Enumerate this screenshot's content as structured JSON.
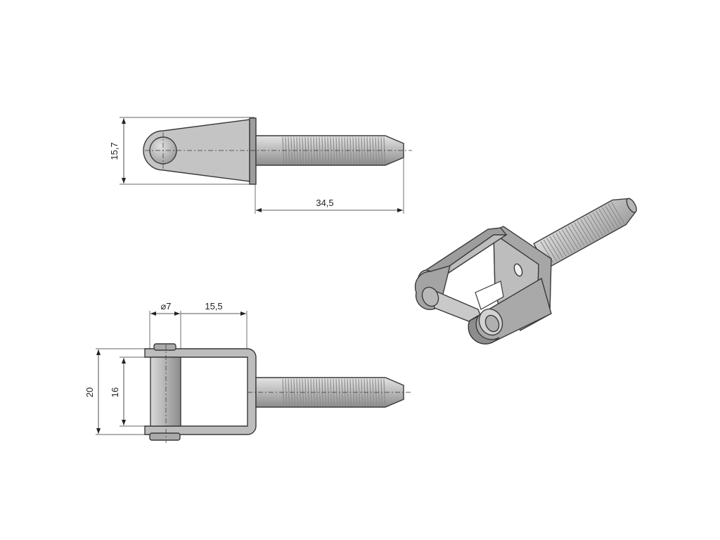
{
  "dimensions": {
    "height_top": "15,7",
    "length_thread": "34,5",
    "diameter_pin": "⌀7",
    "depth_clevis": "15,5",
    "height_outer": "20",
    "height_inner": "16"
  },
  "colors": {
    "steel_light": "#c6c6c6",
    "steel_mid": "#a9a9a9",
    "steel_dark": "#8a8a8a",
    "outline": "#3a3a3a",
    "dimension_lines": "#222222"
  }
}
